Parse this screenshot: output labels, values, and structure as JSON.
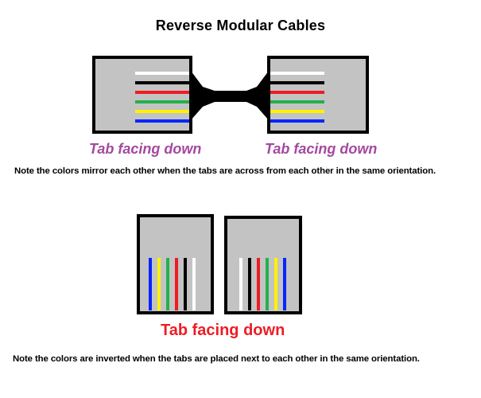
{
  "title": "Reverse Modular Cables",
  "top_section": {
    "left_tab_label": "Tab facing down",
    "right_tab_label": "Tab facing down",
    "note": "Note the colors mirror each other when the tabs are across from each other in the same orientation."
  },
  "bottom_section": {
    "tab_label": "Tab facing down",
    "note": "Note the colors are inverted when the tabs are placed next to each other in the same orientation."
  },
  "colors": {
    "purple_label": "#a4499f",
    "red_label": "#ee1c24",
    "connector_body": "#c3c3c3",
    "outline": "#000000"
  },
  "wire_colors": {
    "white": "#ffffff",
    "black": "#000000",
    "red": "#ee1c24",
    "green": "#22b14c",
    "yellow": "#fff200",
    "blue": "#0026ff"
  },
  "left_connector_wires": [
    "white",
    "black",
    "red",
    "green",
    "yellow",
    "blue"
  ],
  "right_connector_wires": [
    "white",
    "black",
    "red",
    "green",
    "yellow",
    "blue"
  ],
  "bottom_left_connector_wires": [
    "blue",
    "yellow",
    "green",
    "red",
    "black",
    "white"
  ],
  "bottom_right_connector_wires": [
    "white",
    "black",
    "red",
    "green",
    "yellow",
    "blue"
  ]
}
